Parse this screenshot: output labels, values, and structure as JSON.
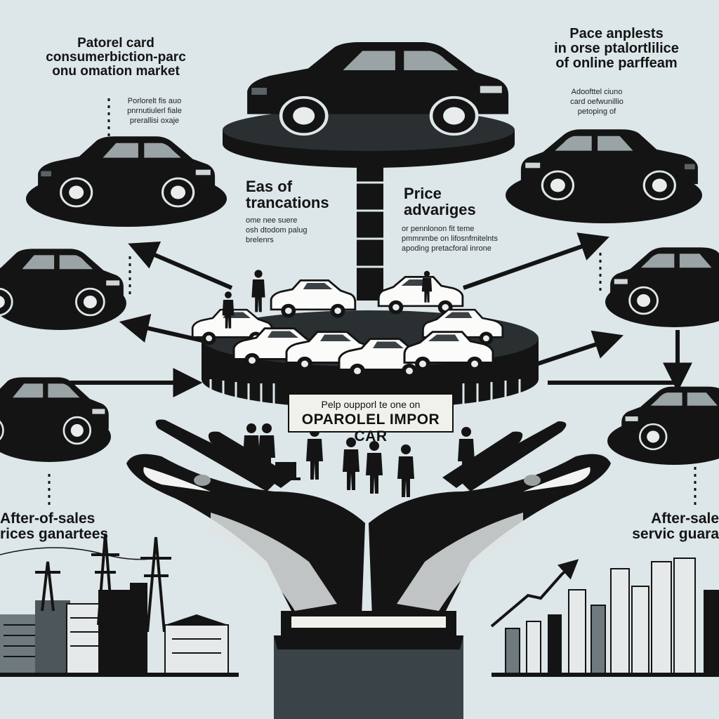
{
  "labels": {
    "top_left_title": [
      "Patorel card",
      "consumerbiction-parc",
      "onu omation market"
    ],
    "top_left_sub": [
      "Porlorelt fis auo",
      "pnrnutiulerl fiale",
      "prerallisi oxaje"
    ],
    "top_right_title": [
      "Pace anplests",
      "in orse ptalortlilice",
      "of online parffeam"
    ],
    "top_right_sub": [
      "Adoofttel ciuno",
      "card oefwunillio",
      "petoping of"
    ],
    "center_left_title": [
      "Eas of",
      "trancations"
    ],
    "center_left_sub": [
      "ome nee suere",
      "osh dtodom palug",
      "brelenrs"
    ],
    "center_right_title": [
      "Price",
      "advariges"
    ],
    "center_right_sub": [
      "or pennlonon fit teme",
      "pmmnmbe on lifosnfmitelnts",
      "apoding pretacforal inrone"
    ],
    "bottom_left_title": [
      "After-of-sales",
      "rices ganartees"
    ],
    "bottom_right_title": [
      "After-sale",
      "servic guara"
    ]
  },
  "banner": {
    "line1": "Pelp oupporl te one on",
    "line2": "OPAROLEL IMPOR CAR"
  },
  "colors": {
    "background": "#dde6e8",
    "ink": "#141414",
    "banner_bg": "#f1f1ec",
    "suit": "#3a4347"
  },
  "icons": [
    "car-icon",
    "arrow-icon",
    "hand-icon",
    "person-icon",
    "factory-icon",
    "pylon-icon",
    "bar-chart-icon",
    "trend-arrow-icon"
  ]
}
